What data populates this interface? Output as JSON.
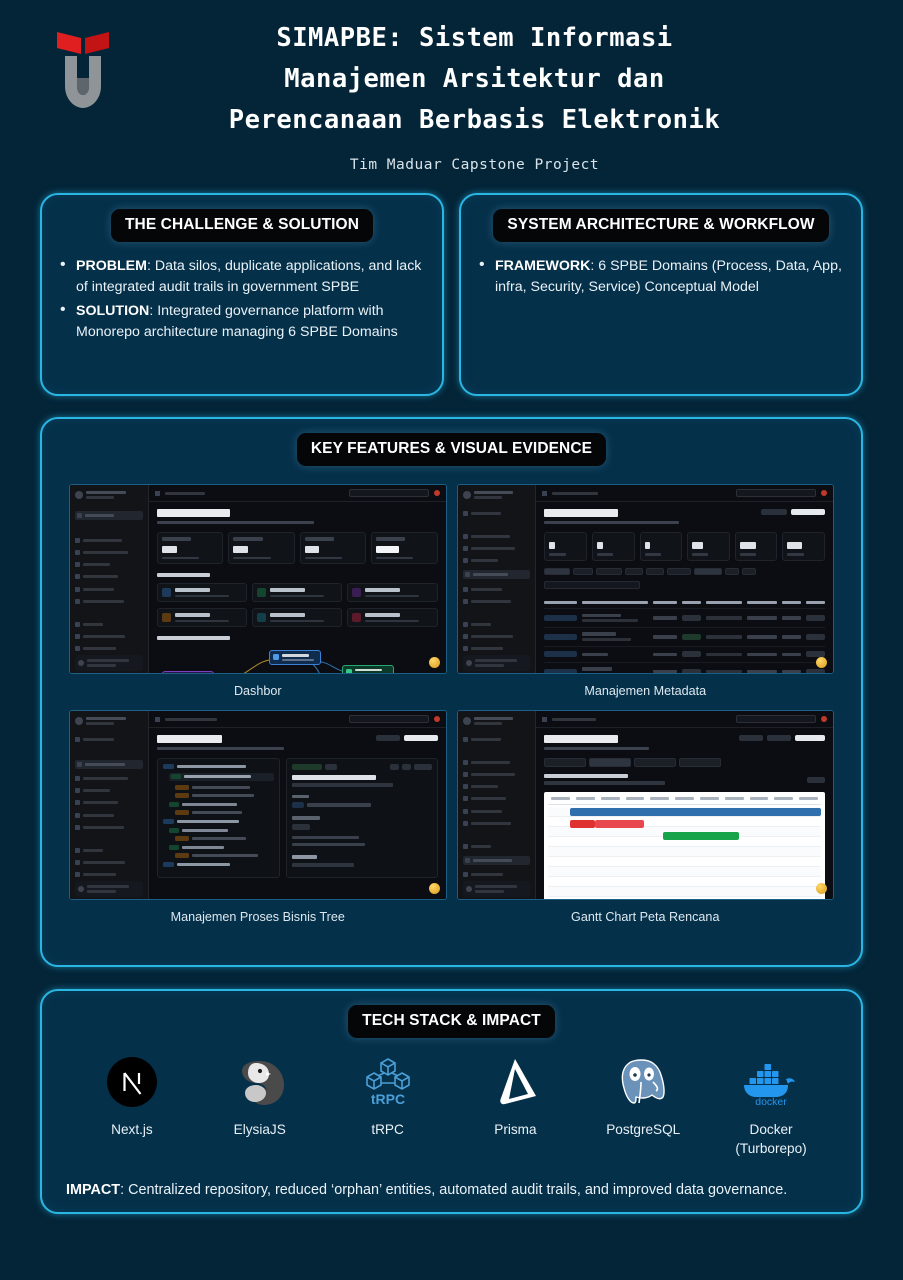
{
  "theme": {
    "bg": "#042538",
    "card_bg": "#05304a",
    "accent": "#29b6e3",
    "badge_bg": "#050608",
    "text": "#e9f2f7"
  },
  "header": {
    "logo_name": "university-logo",
    "title_line1": "SIMAPBE: Sistem Informasi",
    "title_line2": "Manajemen Arsitektur dan",
    "title_line3": "Perencanaan Berbasis Elektronik",
    "subtitle": "Tim Maduar Capstone Project"
  },
  "challenge_card": {
    "badge": "THE CHALLENGE & SOLUTION",
    "bullets": [
      {
        "lead": "PROBLEM",
        "text": ": Data silos, duplicate applications, and lack of integrated audit trails in government SPBE"
      },
      {
        "lead": "SOLUTION",
        "text": ": Integrated governance platform with Monorepo architecture managing 6 SPBE Domains"
      }
    ]
  },
  "architecture_card": {
    "badge": "SYSTEM ARCHITECTURE & WORKFLOW",
    "bullets": [
      {
        "lead": "FRAMEWORK",
        "text": ": 6 SPBE Domains (Process, Data, App, infra, Security, Service) Conceptual Model"
      }
    ]
  },
  "features_card": {
    "badge": "KEY FEATURES & VISUAL EVIDENCE",
    "screenshots": [
      {
        "caption": "Dashbor",
        "kind": "dashboard"
      },
      {
        "caption": "Manajemen Metadata",
        "kind": "table"
      },
      {
        "caption": "Manajemen Proses Bisnis Tree",
        "kind": "tree"
      },
      {
        "caption": "Gantt Chart Peta Rencana",
        "kind": "gantt"
      }
    ]
  },
  "tech_card": {
    "badge": "TECH STACK & IMPACT",
    "items": [
      {
        "label": "Next.js",
        "icon": "nextjs-icon"
      },
      {
        "label": "ElysiaJS",
        "icon": "elysiajs-icon"
      },
      {
        "label": "tRPC",
        "icon": "trpc-icon"
      },
      {
        "label": "Prisma",
        "icon": "prisma-icon"
      },
      {
        "label": "PostgreSQL",
        "icon": "postgresql-icon"
      },
      {
        "label": "Docker\n(Turborepo)",
        "icon": "docker-icon"
      }
    ],
    "impact_lead": "IMPACT",
    "impact_text": ": Centralized repository, reduced ‘orphan’ entities, automated audit trails, and improved data governance."
  }
}
